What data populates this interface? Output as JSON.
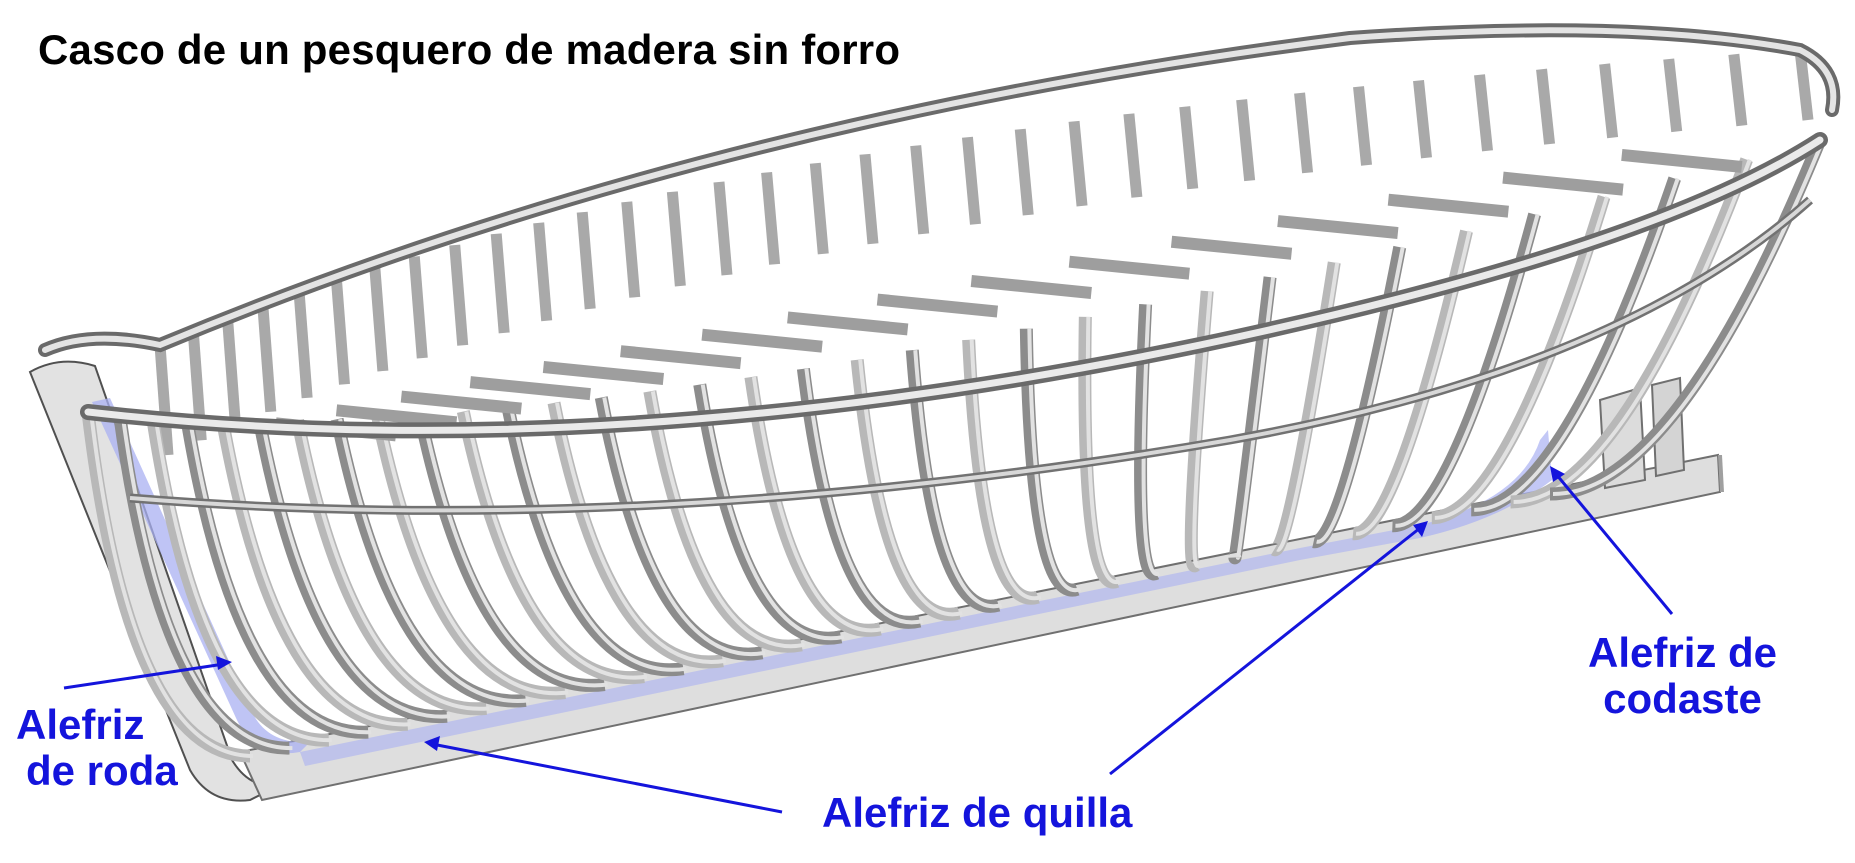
{
  "title": "Casco de un pesquero de madera sin forro",
  "labels": {
    "roda": [
      "Alefriz",
      "de roda"
    ],
    "quilla": "Alefriz de quilla",
    "codaste": [
      "Alefriz de",
      "codaste"
    ]
  },
  "colors": {
    "label": "#1414dc",
    "rabbet": "#aab0f2",
    "frame": "#c6c6c6",
    "keel": "#dcdcdc",
    "outline": "#505050"
  }
}
